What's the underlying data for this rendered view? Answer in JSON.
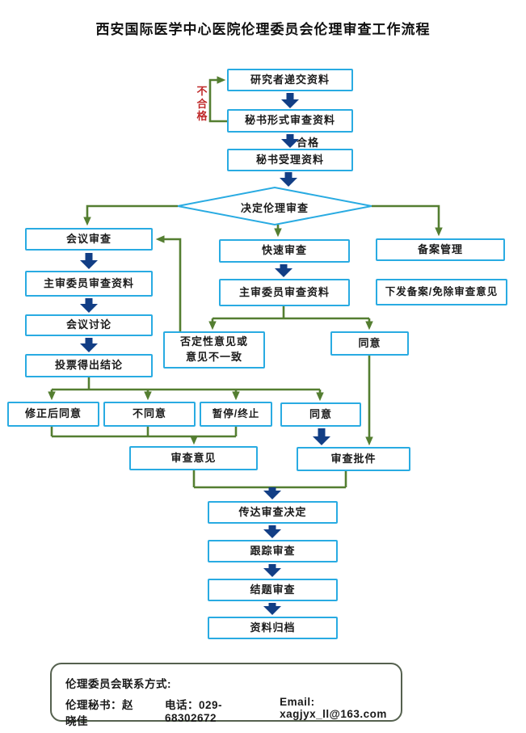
{
  "title": "西安国际医学中心医院伦理委员会伦理审查工作流程",
  "edge_labels": {
    "fail": "不合格",
    "pass": "合格"
  },
  "nodes": {
    "submit": "研究者递交资料",
    "formal_review": "秘书形式审查资料",
    "accept": "秘书受理资料",
    "decide": "决定伦理审查",
    "meeting_review": "会议审查",
    "chief_review_left": "主审委员审查资料",
    "discussion": "会议讨论",
    "vote": "投票得出结论",
    "fast_review": "快速审查",
    "chief_review_mid": "主审委员审查资料",
    "filing": "备案管理",
    "issue_filing": "下发备案/免除审查意见",
    "negative_line1": "否定性意见或",
    "negative_line2": "意见不一致",
    "agree_fast": "同意",
    "modified_agree": "修正后同意",
    "disagree": "不同意",
    "suspend": "暂停/终止",
    "agree_meeting": "同意",
    "review_opinion": "审查意见",
    "approval": "审查批件",
    "convey": "传达审查决定",
    "track": "跟踪审查",
    "final_review": "结题审查",
    "archive": "资料归档"
  },
  "contact": {
    "heading": "伦理委员会联系方式:",
    "secretary": "伦理秘书：赵晓佳",
    "phone": "电话：029-68302672",
    "email": "Email: xagjyx_ll@163.com"
  },
  "colors": {
    "box_border": "#29abe2",
    "block_arrow": "#123e85",
    "flow_line": "#547e31",
    "fail_text": "#c02a2a",
    "contact_border": "#55614f"
  }
}
